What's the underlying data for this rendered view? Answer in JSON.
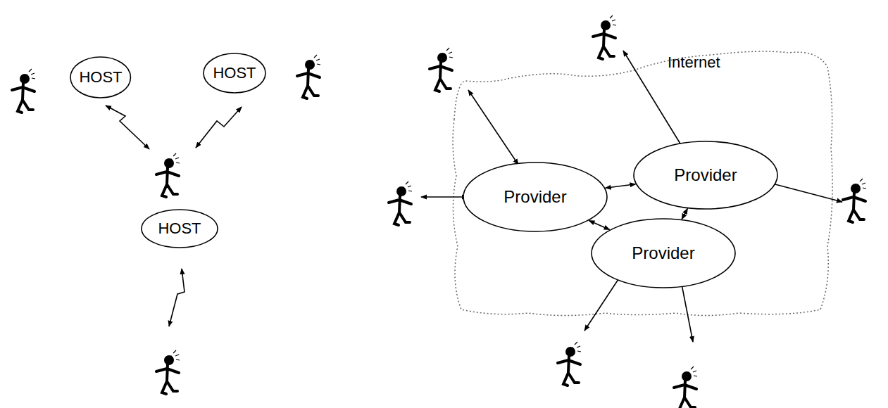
{
  "diagram": {
    "nodes": [
      {
        "text": [
          "HOST"
        ]
      },
      {
        "text": [
          "HOST"
        ]
      },
      {
        "text": [
          "HOST"
        ]
      },
      {
        "text": [
          "Provider"
        ]
      },
      {
        "text": [
          "Provider"
        ]
      },
      {
        "text": [
          "Provider"
        ]
      }
    ],
    "edges": [
      {
        "from": 3,
        "to": 4,
        "arrow": "both"
      },
      {
        "from": 3,
        "to": 5,
        "arrow": "both"
      },
      {
        "from": 4,
        "to": 5,
        "arrow": "both"
      }
    ],
    "labels": [
      "Internet"
    ]
  }
}
